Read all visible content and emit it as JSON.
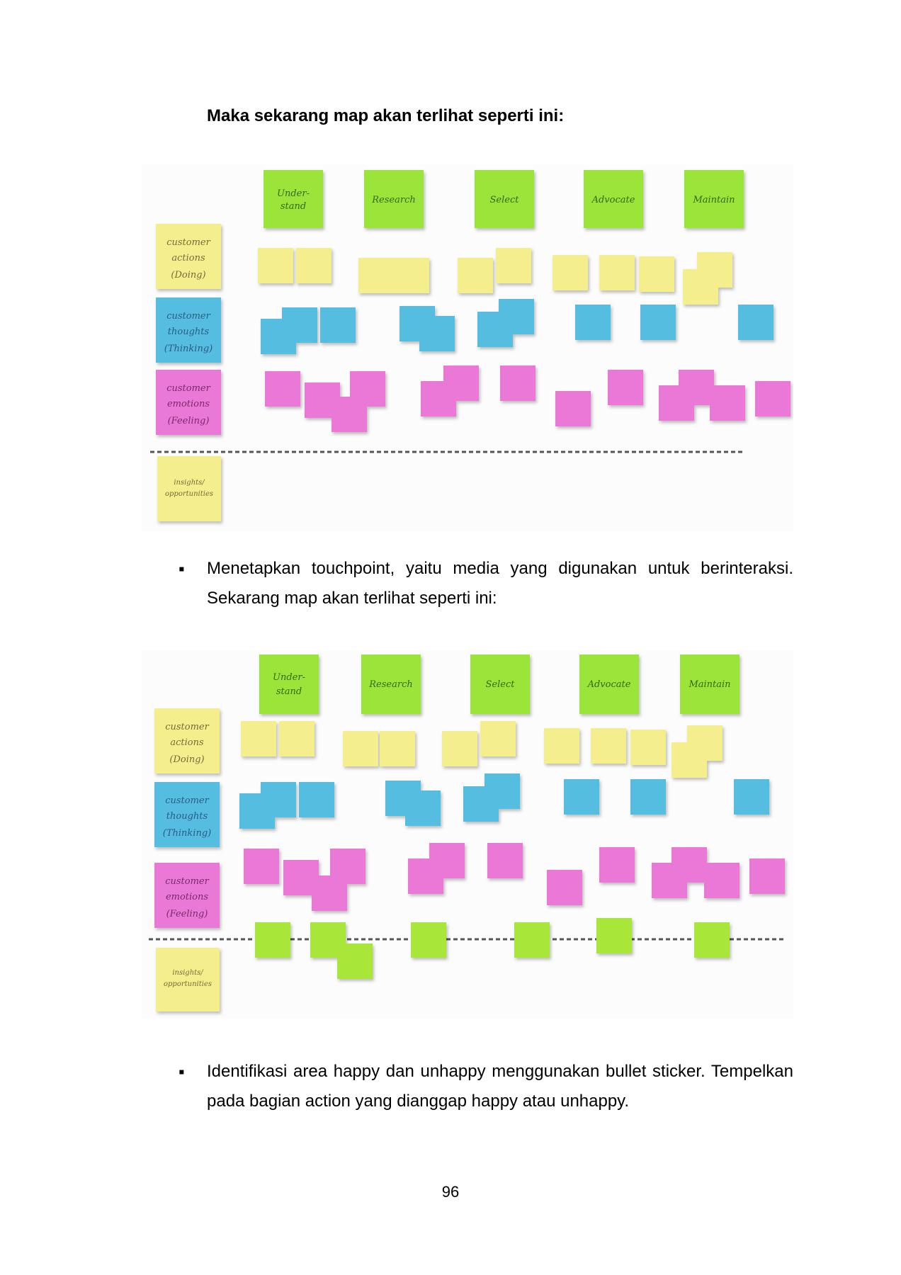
{
  "heading": "Maka sekarang map akan terlihat seperti ini:",
  "colors": {
    "stage_green": "#9be53a",
    "yellow": "#f4ee8c",
    "blue": "#55bde0",
    "pink": "#e978d6",
    "touchpoint_green": "#a8e63a"
  },
  "stages": [
    {
      "line1": "Under-",
      "line2": "stand"
    },
    {
      "line1": "Research",
      "line2": ""
    },
    {
      "line1": "Select",
      "line2": ""
    },
    {
      "line1": "Advocate",
      "line2": ""
    },
    {
      "line1": "Maintain",
      "line2": ""
    }
  ],
  "rows": {
    "actions": {
      "line1": "customer",
      "line2": "actions",
      "line3": "(Doing)"
    },
    "thoughts": {
      "line1": "customer",
      "line2": "thoughts",
      "line3": "(Thinking)"
    },
    "emotions": {
      "line1": "customer",
      "line2": "emotions",
      "line3": "(Feeling)"
    },
    "insights": {
      "line1": "insights/",
      "line2": "opportunities"
    }
  },
  "bullet_symbol": "▪",
  "bullet_1": "Menetapkan touchpoint, yaitu media yang digunakan untuk berinteraksi. Sekarang map akan terlihat seperti ini:",
  "bullet_2": "Identifikasi area happy dan unhappy menggunakan bullet sticker. Tempelkan pada bagian action yang dianggap happy atau unhappy.",
  "page_number": "96"
}
